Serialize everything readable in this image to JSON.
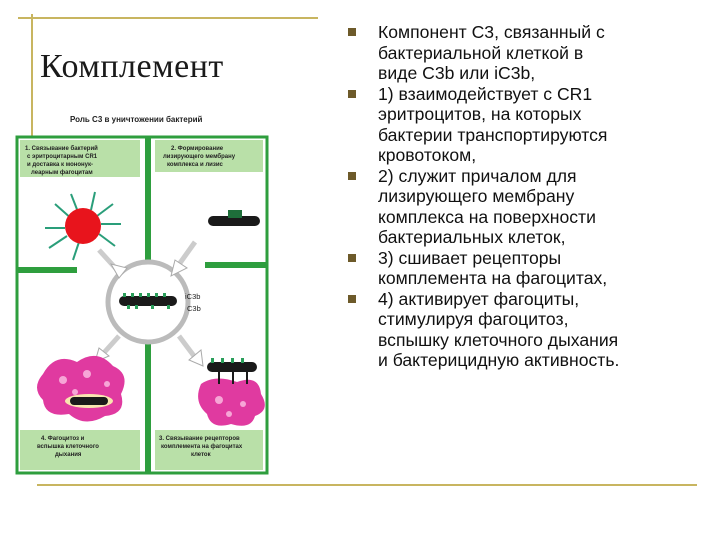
{
  "title": "Комплемент",
  "figure": {
    "caption": "Роль C3 в уничтожении бактерий",
    "panel1": [
      "1. Связывание бактерий",
      "с эритроцитарным CR1",
      "и доставка к мононук-",
      "леарным фагоцитам"
    ],
    "panel2": [
      "2. Формирование",
      "лизирующего мембрану",
      "комплекса и лизис"
    ],
    "panel3": [
      "3. Связывание рецепторов",
      "комплемента на фагоцитах",
      "клеток"
    ],
    "panel4": [
      "4. Фагоцитоз и",
      "вспышка клеточного",
      "дыхания"
    ],
    "label_ic3b": "iC3b",
    "label_c3b": "C3b"
  },
  "bullets": [
    [
      "Компонент С3, связанный с",
      "бактериальной клеткой в",
      "виде С3b или iC3b,"
    ],
    [
      "1) взаимодействует с CR1",
      "эритроцитов, на которых",
      "бактерии транспортируются",
      "кровотоком,"
    ],
    [
      "2) служит причалом для",
      "лизирующего мембрану",
      "комплекса на поверхности",
      "бактериальных клеток,"
    ],
    [
      "3) сшивает рецепторы",
      "комплемента на фагоцитах,"
    ],
    [
      "4) активирует фагоциты,",
      "стимулируя фагоцитоз,",
      "вспышку клеточного дыхания",
      "и бактерицидную активность."
    ]
  ]
}
